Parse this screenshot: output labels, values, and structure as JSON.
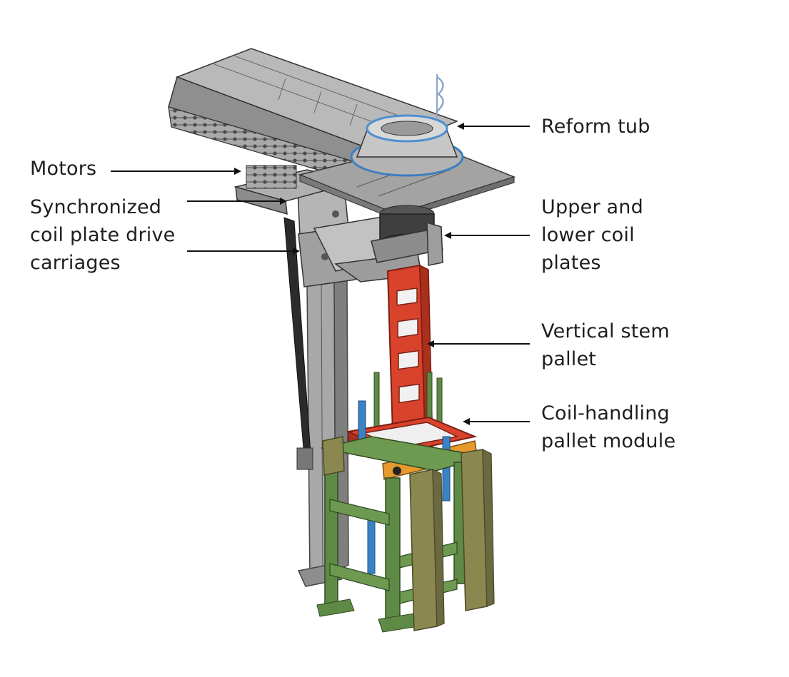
{
  "labels": {
    "motors": [
      "Motors"
    ],
    "synchronized_carriages": [
      "Synchronized",
      "coil plate drive",
      "carriages"
    ],
    "reform_tub": [
      "Reform tub"
    ],
    "coil_plates": [
      "Upper and",
      "lower coil",
      "plates"
    ],
    "vertical_stem_pallet": [
      "Vertical stem",
      "pallet"
    ],
    "coil_handling_pallet_module": [
      "Coil-handling",
      "pallet module"
    ]
  },
  "colors": {
    "text": "#1e1e1e",
    "arrow": "#111111",
    "machine_grey": "#9a9a9a",
    "machine_dark": "#3c3c3c",
    "stem_red": "#d9432b",
    "frame_green": "#5f8a45",
    "post_olive": "#8a874f",
    "cylinder_blue": "#3b82c4",
    "beam_orange": "#e69a2e",
    "tub_blue": "#4d8fd1"
  }
}
